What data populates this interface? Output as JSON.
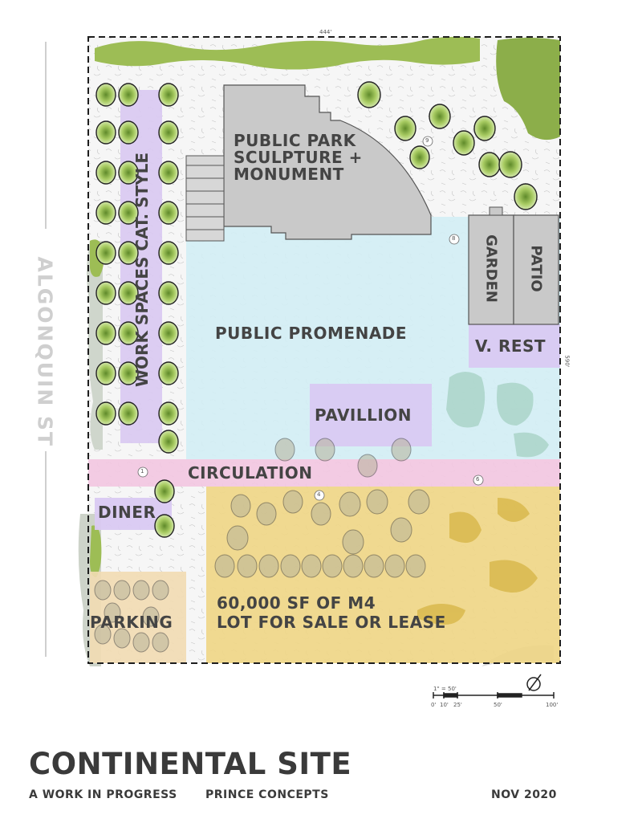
{
  "street": "ALGONQUIN ST",
  "dimensions": {
    "top": "444'",
    "right": "590'"
  },
  "zones": {
    "public_park": "PUBLIC PARK\nSCULPTURE +\nMONUMENT",
    "work_spaces": "WORK SPACES CAT. STYLE",
    "garden": "GARDEN",
    "patio": "PATIO",
    "public_promenade": "PUBLIC PROMENADE",
    "v_rest": "V. REST",
    "pavillion": "PAVILLION",
    "circulation": "CIRCULATION",
    "diner": "DINER",
    "parking": "PARKING",
    "lot": "60,000 SF OF M4\nLOT FOR SALE OR LEASE"
  },
  "markers": [
    "1",
    "4",
    "6",
    "8",
    "9"
  ],
  "scale_bar": {
    "ratio": "1\" = 50'",
    "ticks": [
      "0'",
      "10'",
      "25'",
      "50'",
      "100'"
    ]
  },
  "colors": {
    "promenade": "#d3eef4",
    "lot": "#efd685",
    "circulation": "#f3c6e1",
    "workspace": "#d9c9f2",
    "park": "#c9c9c9",
    "tree": "#a6c85e",
    "hedge": "#8cae4a"
  },
  "footer": {
    "title": "CONTINENTAL SITE",
    "subtitle": "A WORK IN PROGRESS",
    "firm": "PRINCE CONCEPTS",
    "date": "NOV 2020"
  }
}
